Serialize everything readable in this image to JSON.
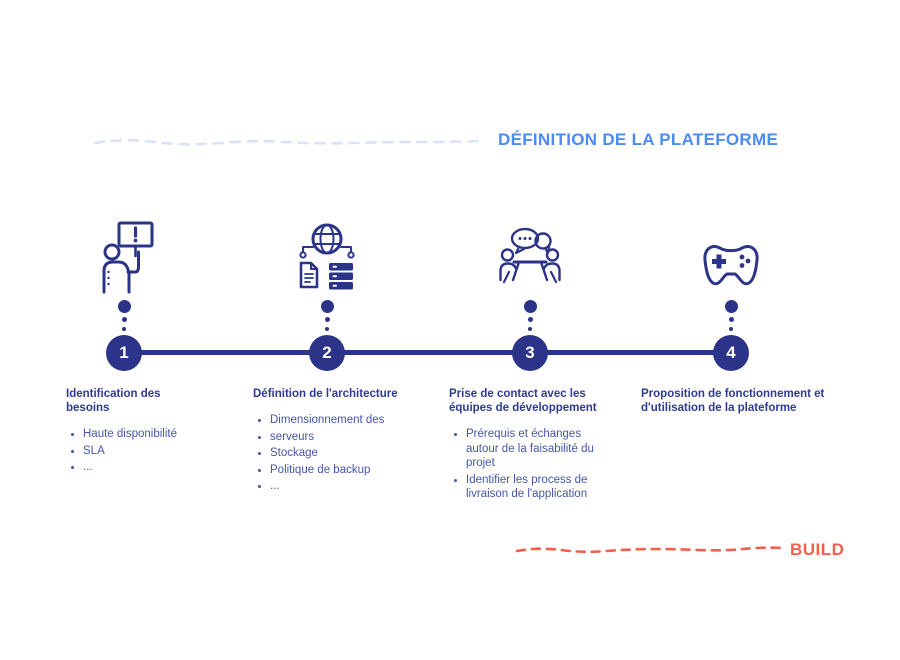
{
  "header": {
    "title": "DÉFINITION DE LA PLATEFORME"
  },
  "footer": {
    "label": "BUILD"
  },
  "colors": {
    "navy": "#2b3488",
    "step_title_text": "#2f3b94",
    "bullet_text": "#4656a8",
    "accent_blue": "#4c8bf5",
    "accent_orange": "#f2604c",
    "dashed_line_light": "#d9e2f6"
  },
  "timeline": {
    "steps": [
      {
        "number": "1",
        "icon": "person-sign-icon",
        "title": "Identification des besoins",
        "bullets": [
          "Haute disponibilité",
          "SLA",
          "..."
        ]
      },
      {
        "number": "2",
        "icon": "globe-infrastructure-icon",
        "title": "Définition de l'architecture",
        "bullets": [
          "Dimensionnement des",
          "serveurs",
          "Stockage",
          "Politique de backup",
          "..."
        ]
      },
      {
        "number": "3",
        "icon": "team-discussion-icon",
        "title": "Prise de contact avec les équipes de développement",
        "bullets": [
          "Prérequis et échanges autour de la faisabilité du projet",
          "Identifier les process de livraison de l'application"
        ]
      },
      {
        "number": "4",
        "icon": "game-controller-icon",
        "title": "Proposition de fonctionnement et d'utilisation de la plateforme",
        "bullets": []
      }
    ]
  }
}
